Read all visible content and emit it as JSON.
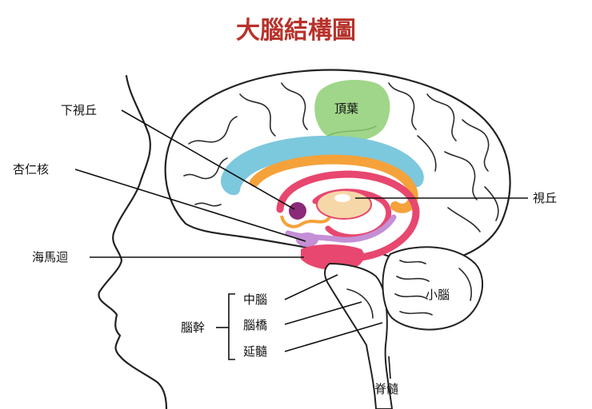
{
  "title": "大腦結構圖",
  "labels": {
    "hypothalamus": "下視丘",
    "amygdala": "杏仁核",
    "hippocampus": "海馬迴",
    "parietal_lobe": "頂葉",
    "thalamus": "視丘",
    "cerebellum": "小腦",
    "brainstem": "腦幹",
    "midbrain": "中腦",
    "pons": "腦橋",
    "medulla": "延髓",
    "spinal_cord": "脊髓"
  },
  "colors": {
    "title": "#b7322b",
    "parietal": "#8fcf74",
    "limbic_blue": "#7cc8dd",
    "limbic_orange": "#f5a23a",
    "limbic_pink": "#e8476f",
    "limbic_lilac": "#c48fd6",
    "thalamus_fill": "#f6d7a8",
    "hypothalamus_fill": "#8a2a78"
  }
}
